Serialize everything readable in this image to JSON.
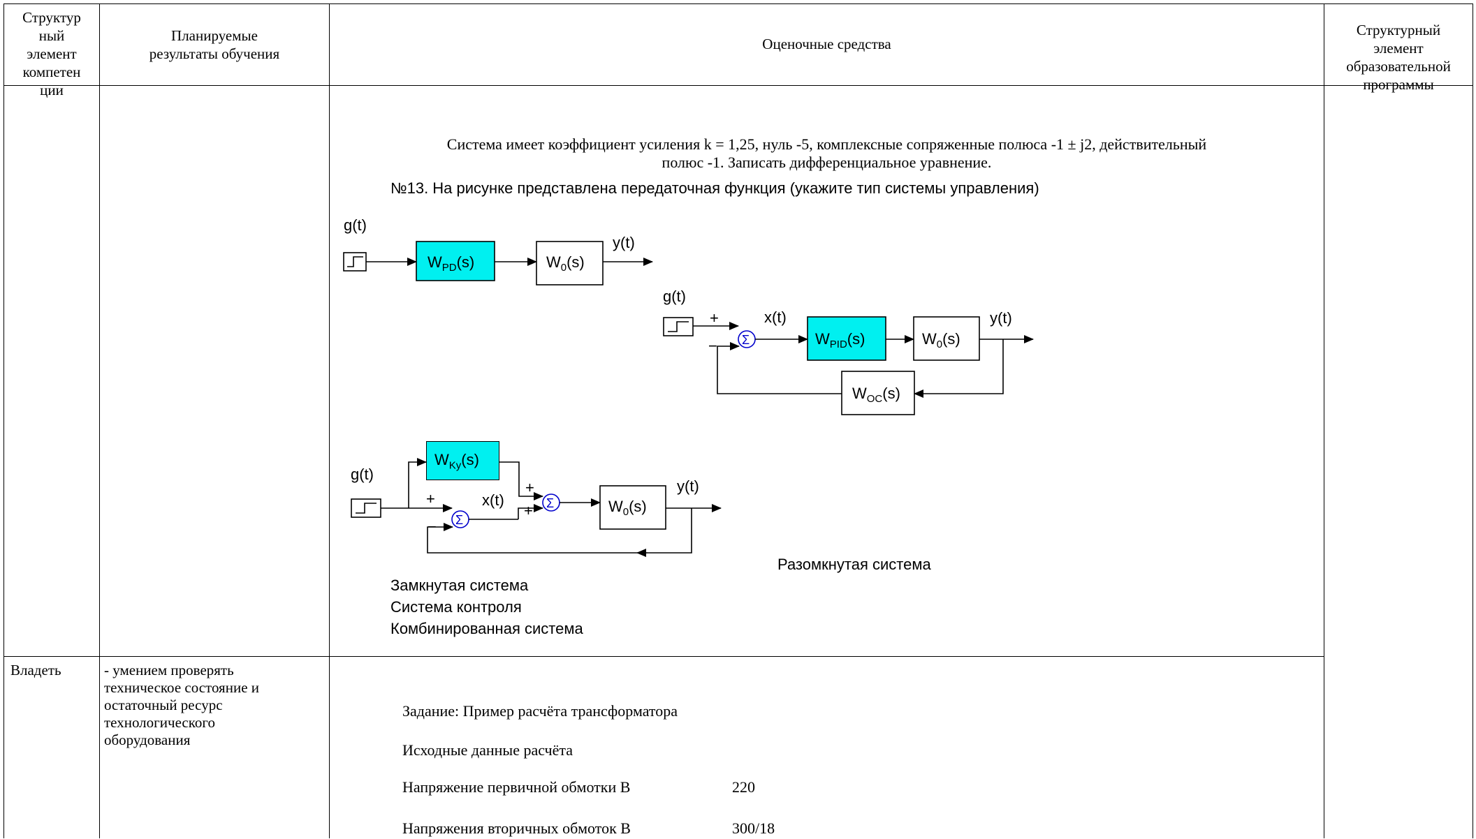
{
  "header": {
    "col1": [
      "Структур",
      "ный",
      "элемент",
      "компетен",
      "ции"
    ],
    "col2": [
      "Планируемые",
      "результаты обучения"
    ],
    "col3": "Оценочные средства",
    "col4": [
      "Структурный",
      "элемент",
      "образовательной",
      "программы"
    ]
  },
  "row1": {
    "problem_line1": "Система имеет коэффициент усиления k = 1,25, нуль -5, комплексные сопряженные полюса -1 ± j2, действительный",
    "problem_line2": "полюс -1. Записать дифференциальное уравнение.",
    "question": "№13. На рисунке представлена передаточная функция (укажите тип системы управления)",
    "diagram1": {
      "input": "g(t)",
      "block1": "W",
      "block1_sub": "PD",
      "block1_suffix": "(s)",
      "block2": "W",
      "block2_sub": "0",
      "block2_suffix": "(s)",
      "output": "y(t)"
    },
    "diagram2": {
      "input": "g(t)",
      "plus": "+",
      "minus": "−",
      "sum": "Σ",
      "x": "x(t)",
      "block1": "W",
      "block1_sub": "PID",
      "block1_suffix": "(s)",
      "block2": "W",
      "block2_sub": "0",
      "block2_suffix": "(s)",
      "output": "y(t)",
      "feedback": "W",
      "feedback_sub": "OC",
      "feedback_suffix": "(s)"
    },
    "diagram3": {
      "input": "g(t)",
      "plus": "+",
      "minus": "−",
      "sum": "Σ",
      "x": "x(t)",
      "block1": "W",
      "block1_sub": "Ky",
      "block1_suffix": "(s)",
      "block2": "W",
      "block2_sub": "0",
      "block2_suffix": "(s)",
      "output": "y(t)"
    },
    "option_open": "Разомкнутая система",
    "options": [
      "Замкнутая система",
      "Система контроля",
      "Комбинированная система"
    ]
  },
  "row2": {
    "element": "Владеть",
    "result": [
      "- умением проверять",
      "техническое состояние и",
      "остаточный ресурс",
      "технологического",
      "оборудования"
    ],
    "task": "Задание: Пример расчёта трансформатора",
    "source": "Исходные данные расчёта",
    "params": [
      {
        "label": "Напряжение первичной обмотки В",
        "value": "220"
      },
      {
        "label": "Напряжения вторичных обмоток В",
        "value": "300/18"
      }
    ]
  },
  "colors": {
    "block_fill": "#00f0f0",
    "sum_stroke": "#0000cc"
  }
}
